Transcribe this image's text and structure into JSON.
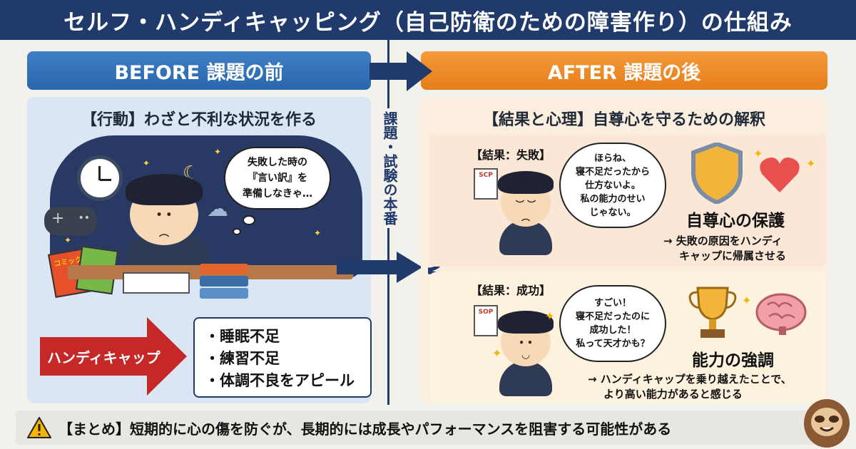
{
  "title": "セルフ・ハンディキャッピング（自己防衛のための障害作り）の仕組み",
  "before": {
    "header": "BEFORE 課題の前",
    "heading": "【行動】わざと不利な状況を作る",
    "bubble_line1": "失敗した時の",
    "bubble_line2": "『言い訳』を",
    "bubble_line3": "準備しなきゃ…",
    "comic_label": "コミック",
    "handicap_label": "ハンディキャップ",
    "handicap_items": [
      "・睡眠不足",
      "・練習不足",
      "・体調不良をアピール"
    ]
  },
  "divider_label": "課題・試験の本番",
  "after": {
    "header": "AFTER 課題の後",
    "heading": "【結果と心理】自尊心を守るための解釈",
    "fail": {
      "label": "【結果：失敗】",
      "doc": "SCP",
      "bubble_line1": "ほらね、",
      "bubble_line2": "寝不足だったから",
      "bubble_line3": "仕方ないよ。",
      "bubble_line4": "私の能力のせい",
      "bubble_line5": "じゃない。",
      "title": "自尊心の保護",
      "note_line1": "→ 失敗の原因をハンディ",
      "note_line2": "キャップに帰属させる"
    },
    "success": {
      "label": "【結果：成功】",
      "doc": "SOP",
      "bubble_line1": "すごい！",
      "bubble_line2": "寝不足だったのに",
      "bubble_line3": "成功した！",
      "bubble_line4": "私って天才かも？",
      "title": "能力の強調",
      "note_line1": "→ ハンディキャップを乗り越えたことで、",
      "note_line2": "より高い能力があると感じる"
    }
  },
  "summary": "【まとめ】短期的に心の傷を防ぐが、長期的には成長やパフォーマンスを阻害する可能性がある",
  "colors": {
    "navy": "#1f3a6b",
    "before_blue": "#2a66ad",
    "after_orange": "#e67d18",
    "handicap_red": "#c62828"
  },
  "icons": [
    "clock-icon",
    "moon-icon",
    "game-controller-icon",
    "shield-icon",
    "heart-icon",
    "trophy-icon",
    "brain-icon",
    "warning-icon",
    "sloth-mascot"
  ]
}
